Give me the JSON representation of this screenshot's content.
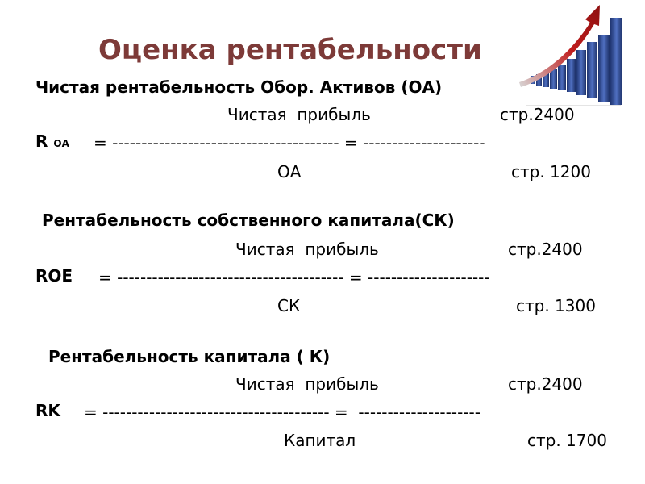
{
  "title": "Оценка рентабельности",
  "logo": {
    "name": "rising-bar-chart-with-arrow",
    "bar_color": "#2f4b8c",
    "arrow_color": "#b01818"
  },
  "sections": [
    {
      "heading": "Чистая рентабельность Обор. Активов (ОА)",
      "numerator": "Чистая  прибыль",
      "numerator_line": "стр.2400",
      "symbol": "R",
      "symbol_sub": "ОА",
      "equals_line": "= --------------------------------------- = ---------------------",
      "denominator": "ОА",
      "denominator_line": "стр. 1200"
    },
    {
      "heading": "Рентабельность собственного капитала(СК)",
      "numerator": "Чистая  прибыль",
      "numerator_line": "стр.2400",
      "symbol": "ROE",
      "symbol_sub": "",
      "equals_line": "= --------------------------------------- = ---------------------",
      "denominator": "СК",
      "denominator_line": "стр. 1300"
    },
    {
      "heading": "Рентабельность капитала ( К)",
      "numerator": "Чистая  прибыль",
      "numerator_line": "стр.2400",
      "symbol": "RK",
      "symbol_sub": "",
      "equals_line": "= --------------------------------------- =  ---------------------",
      "denominator": "Капитал",
      "denominator_line": "стр. 1700"
    }
  ]
}
